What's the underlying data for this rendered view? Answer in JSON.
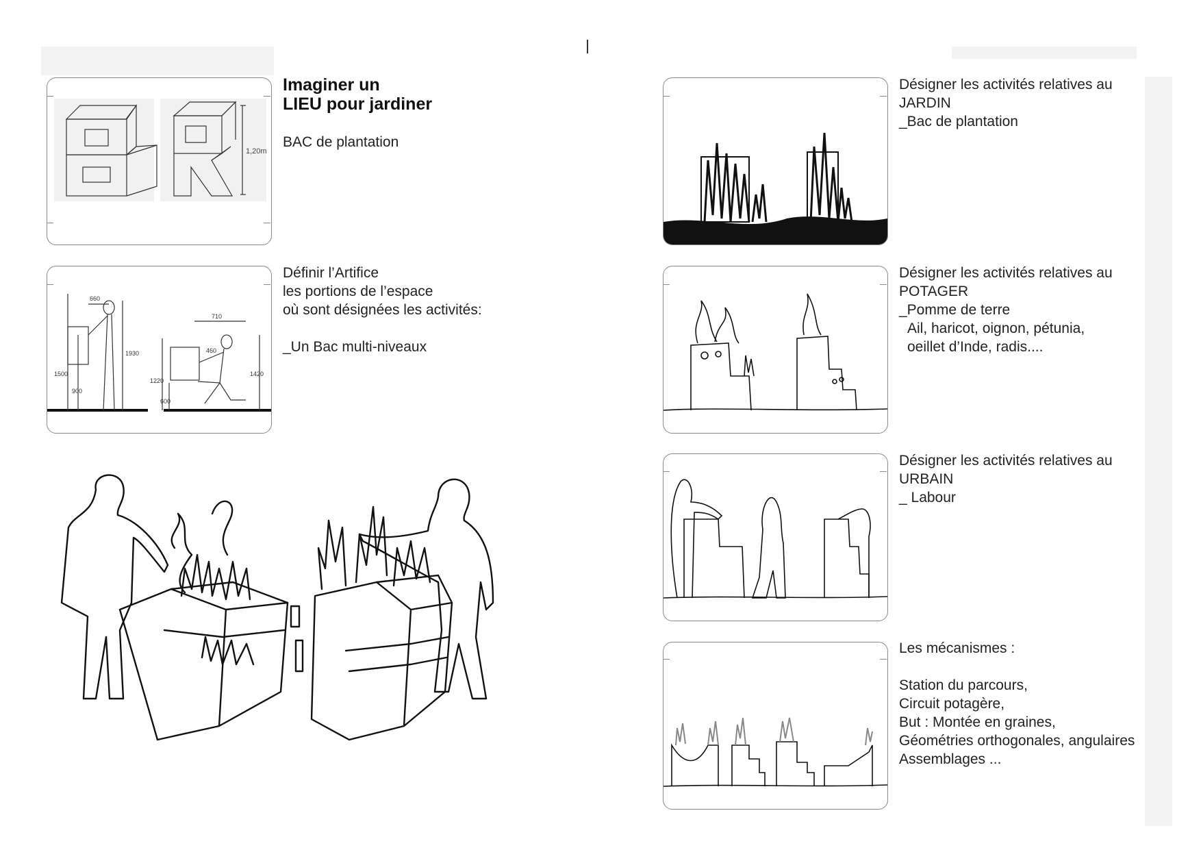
{
  "left_page": {
    "block1": {
      "title_line1": "Imaginer un",
      "title_line2": "LIEU pour jardiner",
      "subtitle": "BAC de plantation"
    },
    "block2": {
      "line1": "Définir l’Artifice",
      "line2": "les portions de l’espace",
      "line3": "où sont désignées les activités:",
      "line4": "_Un Bac multi-niveaux"
    }
  },
  "right_page": {
    "block1": {
      "line1": "Désigner les activités relatives au",
      "line2": "JARDIN",
      "line3": "_Bac de plantation"
    },
    "block2": {
      "line1": "Désigner les activités relatives au",
      "line2": "POTAGER",
      "line3": "_Pomme de terre",
      "line4": "Ail, haricot, oignon, pétunia,",
      "line5": "oeillet d’Inde, radis...."
    },
    "block3": {
      "line1": "Désigner les activités relatives au",
      "line2": "URBAIN",
      "line3": "_ Labour"
    },
    "block4": {
      "line1": "Les mécanismes :",
      "line2": "Station du parcours,",
      "line3": "Circuit potagère,",
      "line4": "But : Montée en graines,",
      "line5": "Géométries orthogonales, angulaires",
      "line6": "Assemblages ..."
    }
  },
  "drawing_labels": {
    "ergo_dims": [
      "660",
      "710",
      "460",
      "1500",
      "900",
      "1930",
      "1220",
      "600",
      "1420"
    ],
    "sketch_note": "1,20m"
  },
  "colors": {
    "ink": "#111111",
    "frame_border": "#8a8a8a",
    "page_strip": "#f3f3f3"
  }
}
